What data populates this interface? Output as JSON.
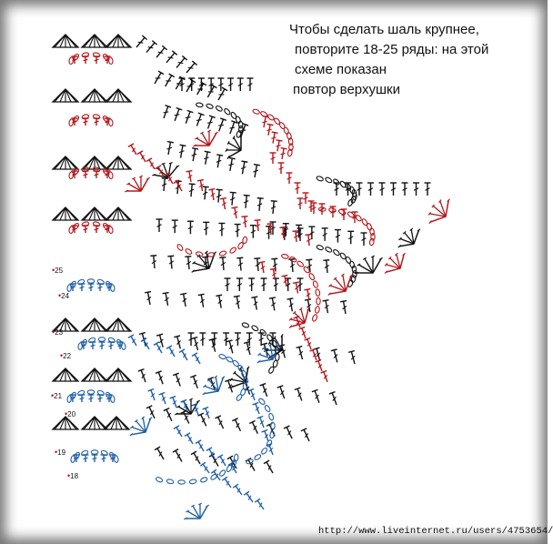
{
  "caption": {
    "lines": [
      "Чтобы сделать шаль крупнее,",
      "повторите 18-25 ряды: на этой",
      "схеме показан",
      "повтор верхушки"
    ]
  },
  "row_numbers": [
    "25",
    "24",
    "23",
    "22",
    "21",
    "20",
    "19",
    "18"
  ],
  "watermark_url": "http://www.liveinternet.ru/users/4753654/",
  "colors": {
    "black": "#111111",
    "red": "#b3161b",
    "blue": "#1f5fa8"
  },
  "symbol_names": [
    "chain-stitch-oval",
    "double-crochet-stitch",
    "shell-fan",
    "picot-arrow"
  ]
}
